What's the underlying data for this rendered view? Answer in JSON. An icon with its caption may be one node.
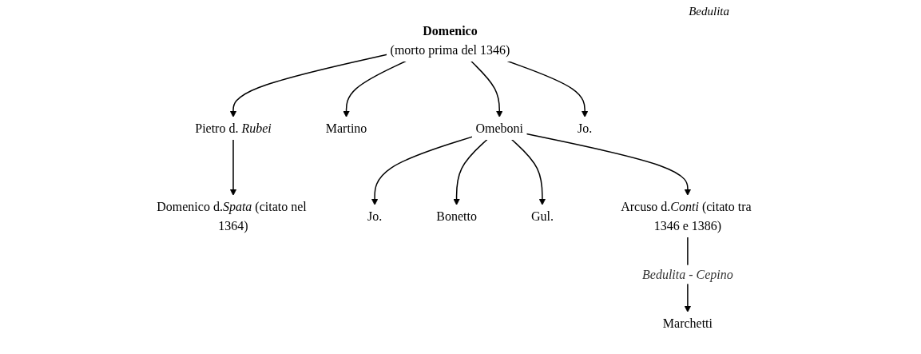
{
  "diagram": {
    "nodes": [
      {
        "text": [
          "Domenico",
          "(morto prima del 1346)"
        ]
      },
      {
        "text": [
          "Pietro d. *Rubei*"
        ]
      },
      {
        "text": [
          "Martino"
        ]
      },
      {
        "text": [
          "Omeboni"
        ]
      },
      {
        "text": [
          "Jo."
        ]
      },
      {
        "text": [
          "Domenico d.*Spata* (citato nel 1364)"
        ]
      },
      {
        "text": [
          "Jo."
        ]
      },
      {
        "text": [
          "Bonetto"
        ]
      },
      {
        "text": [
          "Gul."
        ]
      },
      {
        "text": [
          "Arcuso d.*Conti* (citato tra 1346 e 1386)"
        ]
      },
      {
        "text": [
          "Marchetti"
        ]
      }
    ],
    "edges": [
      {
        "from": 0,
        "to": 1,
        "arrow": "to"
      },
      {
        "from": 0,
        "to": 2,
        "arrow": "to"
      },
      {
        "from": 0,
        "to": 3,
        "arrow": "to"
      },
      {
        "from": 0,
        "to": 4,
        "arrow": "to"
      },
      {
        "from": 1,
        "to": 5,
        "arrow": "to"
      },
      {
        "from": 3,
        "to": 6,
        "arrow": "to"
      },
      {
        "from": 3,
        "to": 7,
        "arrow": "to"
      },
      {
        "from": 3,
        "to": 8,
        "arrow": "to"
      },
      {
        "from": 3,
        "to": 9,
        "arrow": "to"
      },
      {
        "from": 9,
        "to": 10,
        "arrow": "to",
        "label": "Bedulita - Cepino"
      }
    ],
    "labels": [
      "Bedulita"
    ]
  }
}
